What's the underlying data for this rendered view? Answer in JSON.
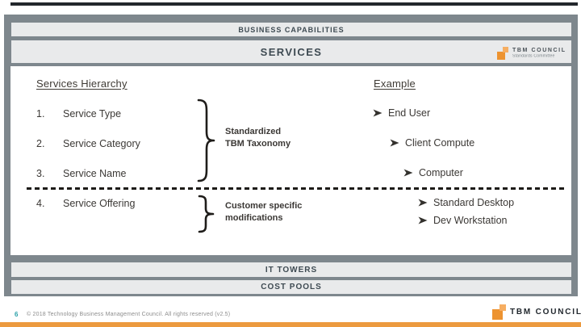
{
  "slide": {
    "header_bands": [
      {
        "label": "BUSINESS CAPABILITIES"
      },
      {
        "label": "SERVICES"
      }
    ],
    "logo": {
      "name": "TBM COUNCIL",
      "subtitle": "Standards Committee"
    },
    "left": {
      "heading": "Services Hierarchy",
      "items": [
        {
          "number": "1.",
          "label": "Service Type"
        },
        {
          "number": "2.",
          "label": "Service Category"
        },
        {
          "number": "3.",
          "label": "Service Name"
        },
        {
          "number": "4.",
          "label": "Service Offering"
        }
      ]
    },
    "braces": {
      "standardized": {
        "line1": "Standardized",
        "line2": "TBM Taxonomy"
      },
      "custom": {
        "line1": "Customer specific",
        "line2": "modifications"
      }
    },
    "right": {
      "heading": "Example",
      "items": [
        {
          "label": "End User"
        },
        {
          "label": "Client Compute"
        },
        {
          "label": "Computer"
        },
        {
          "label": "Standard Desktop"
        },
        {
          "label": "Dev Workstation"
        }
      ]
    },
    "footer_bands": [
      {
        "label": "IT TOWERS"
      },
      {
        "label": "COST POOLS"
      }
    ],
    "footer": {
      "page_number": "6",
      "copyright": "© 2018 Technology Business Management Council. All rights reserved (v2.5)"
    },
    "colors": {
      "accent_orange": "#EC9A3F",
      "frame_gray": "#7E878D",
      "band_fill": "#E9EAEB",
      "band_text": "#3E4A52",
      "body_text": "#3B3835",
      "page_number_teal": "#2AA0A8"
    }
  }
}
